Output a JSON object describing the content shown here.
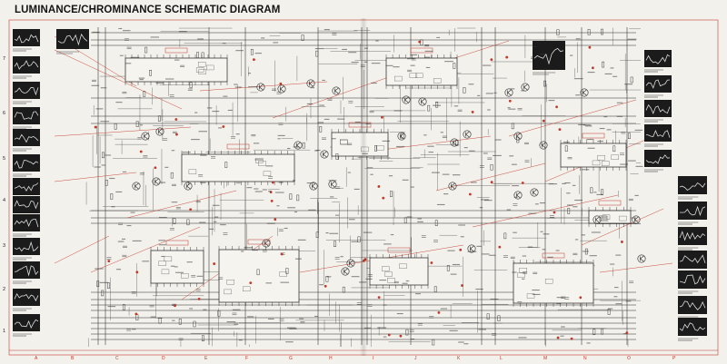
{
  "title": "LUMINANCE/CHROMINANCE SCHEMATIC DIAGRAM",
  "columns": [
    "A",
    "B",
    "C",
    "D",
    "E",
    "F",
    "G",
    "H",
    "I",
    "J",
    "K",
    "L",
    "M",
    "N",
    "O",
    "P"
  ],
  "rows": [
    "7",
    "6",
    "5",
    "4",
    "3",
    "2",
    "1"
  ],
  "colors": {
    "ink": "#2a2a2a",
    "annotation": "#c0392b",
    "paper": "#f3f1ec",
    "photo": "#1b1b1b"
  }
}
